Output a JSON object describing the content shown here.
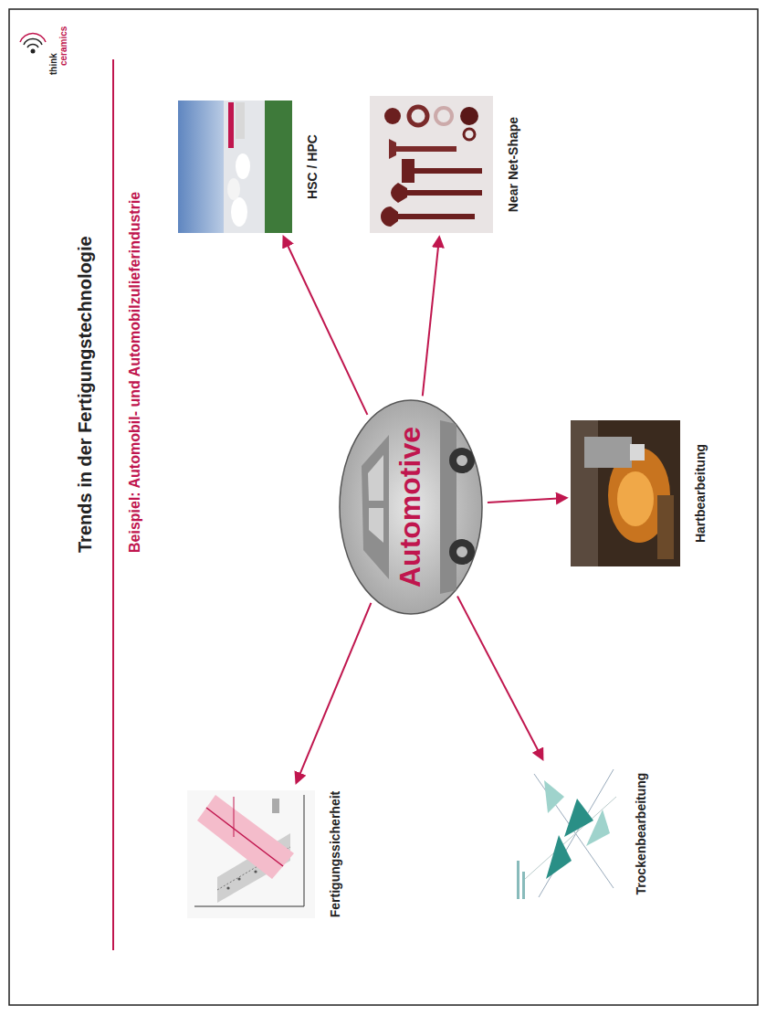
{
  "diagram": {
    "title": "Trends in der Fertigungstechnologie",
    "nodes": [
      {
        "text": [
          "Automotive"
        ]
      },
      {
        "text": [
          "Fertigungssicherheit"
        ]
      },
      {
        "text": [
          "Trockenbearbeitung"
        ]
      },
      {
        "text": [
          "Hartbearbeitung"
        ]
      },
      {
        "text": [
          "Near Net-Shape"
        ]
      },
      {
        "text": [
          "HSC / HPC"
        ]
      }
    ],
    "edges": [
      {
        "from": 0,
        "to": 1,
        "arrow": "to"
      },
      {
        "from": 0,
        "to": 2,
        "arrow": "to"
      },
      {
        "from": 0,
        "to": 3,
        "arrow": "to"
      },
      {
        "from": 0,
        "to": 4,
        "arrow": "to"
      },
      {
        "from": 0,
        "to": 5,
        "arrow": "to"
      }
    ],
    "labels": [
      "Beispiel: Automobil- und Automobilzulieferindustrie",
      "think",
      "ceramics"
    ]
  }
}
